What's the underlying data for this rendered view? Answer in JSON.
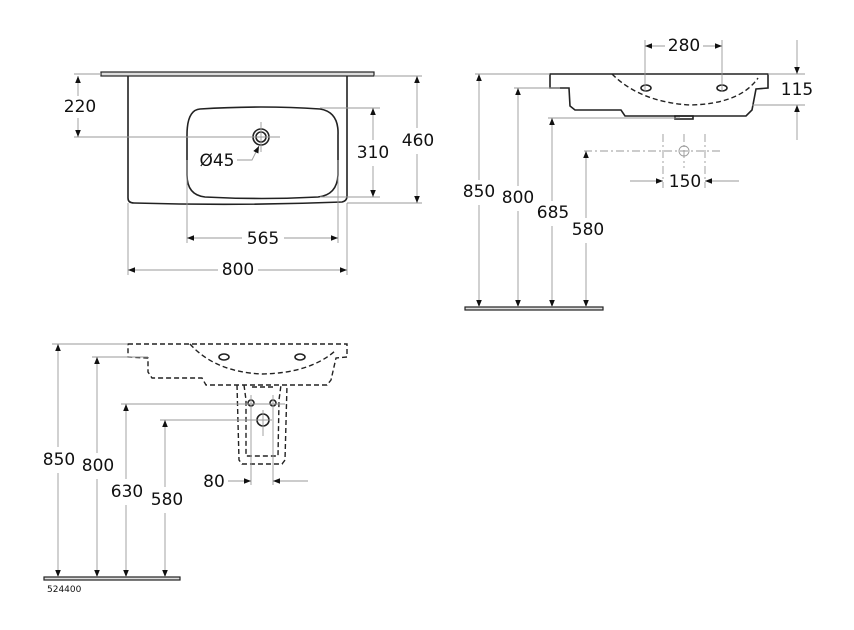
{
  "top_view": {
    "depth_to_taphole": "220",
    "bowl_depth": "310",
    "overall_depth": "460",
    "bowl_width": "565",
    "overall_width": "800",
    "taphole_diameter": "Ø45"
  },
  "side_view": {
    "tap_spacing": "280",
    "basin_height": "115",
    "waste_spacing": "150",
    "height_top": "850",
    "height_rim": "800",
    "height_underside": "685",
    "height_waste": "580"
  },
  "pedestal_view": {
    "height_top": "850",
    "height_rim": "800",
    "height_supply": "630",
    "height_waste": "580",
    "supply_spacing": "80"
  },
  "product_code": "524400"
}
